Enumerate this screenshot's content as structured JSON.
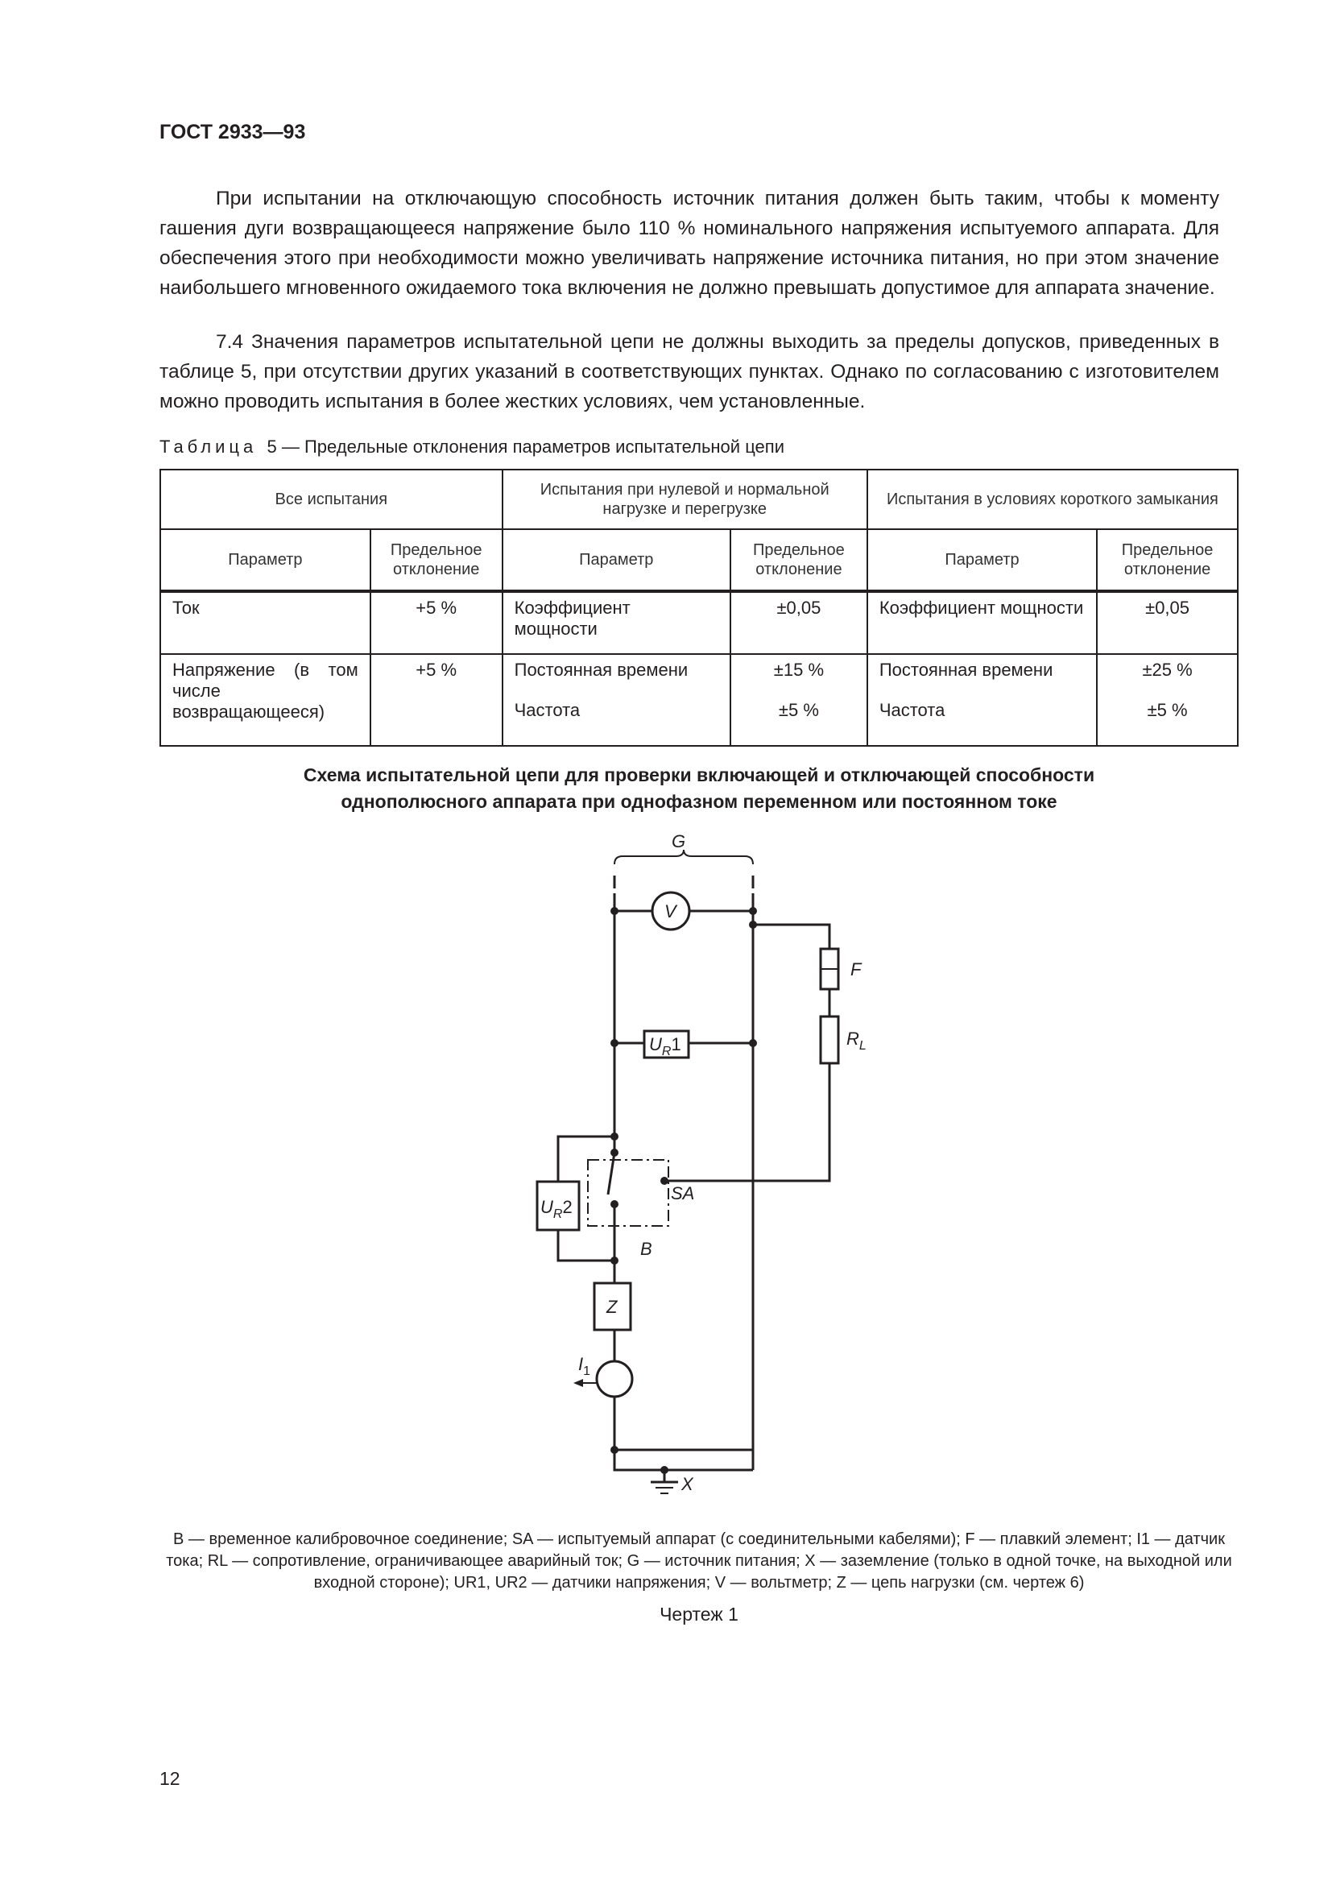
{
  "header": {
    "title": "ГОСТ 2933—93"
  },
  "paragraphs": {
    "p1": "При испытании на отключающую способность источник питания должен быть таким, чтобы к моменту гашения дуги возвращающееся напряжение было 110 % номинального напряжения испытуемого аппарата. Для обеспечения этого при необходимости можно увеличивать напряжение источника питания, но при этом значение наибольшего мгновенного ожидаемого тока включения не должно превышать допустимое для аппарата значение.",
    "p2": "7.4 Значения параметров испытательной цепи не должны выходить за пределы допусков, приведенных в таблице 5, при отсутствии других указаний в соответствующих пунктах. Однако по согласованию с изготовителем можно проводить испытания в более жестких условиях, чем установленные."
  },
  "table": {
    "caption_prefix": "Таблица",
    "caption_rest": "5 — Предельные отклонения параметров испытательной цепи",
    "groups": [
      "Все испытания",
      "Испытания при нулевой и нормальной нагрузке и перегрузке",
      "Испытания в условиях короткого замыкания"
    ],
    "col_param": "Параметр",
    "col_dev": "Предельное отклонение",
    "rows": {
      "r1": {
        "c1": "Ток",
        "c2": "+5 %",
        "c3": "Коэффициент мощности",
        "c4": "±0,05",
        "c5": "Коэффициент мощности",
        "c6": "±0,05"
      },
      "r2": {
        "c1": "Напряжение (в том числе возвращающееся)",
        "c2": "+5 %",
        "c3a": "Постоянная времени",
        "c3b": "Частота",
        "c4a": "±15 %",
        "c4b": "±5 %",
        "c5a": "Постоянная времени",
        "c5b": "Частота",
        "c6a": "±25 %",
        "c6b": "±5 %"
      }
    }
  },
  "scheme": {
    "title_line1": "Схема испытательной цепи для проверки включающей и отключающей способности",
    "title_line2": "однополюсного аппарата при однофазном переменном или постоянном токе",
    "labels": {
      "G": "G",
      "V": "V",
      "F": "F",
      "RL": "R",
      "RL_sub": "L",
      "UR1": "U",
      "UR1_sub": "R",
      "UR1_num": "1",
      "UR2": "U",
      "UR2_sub": "R",
      "UR2_num": "2",
      "SA": "SA",
      "B": "B",
      "Z": "Z",
      "I1": "I",
      "I1_sub": "1",
      "X": "X"
    },
    "legend": "B — временное калибровочное соединение; SA — испытуемый аппарат (с соединительными кабелями); F — плавкий элемент; I1 — датчик тока; RL — сопротивление, ограничивающее аварийный ток; G — источник питания; X — заземление (только в одной точке, на выходной или входной стороне); UR1, UR2 — датчики напряжения; V — вольтметр; Z — цепь нагрузки (см. чертеж 6)",
    "figure_label": "Чертеж 1"
  },
  "page_number": "12"
}
